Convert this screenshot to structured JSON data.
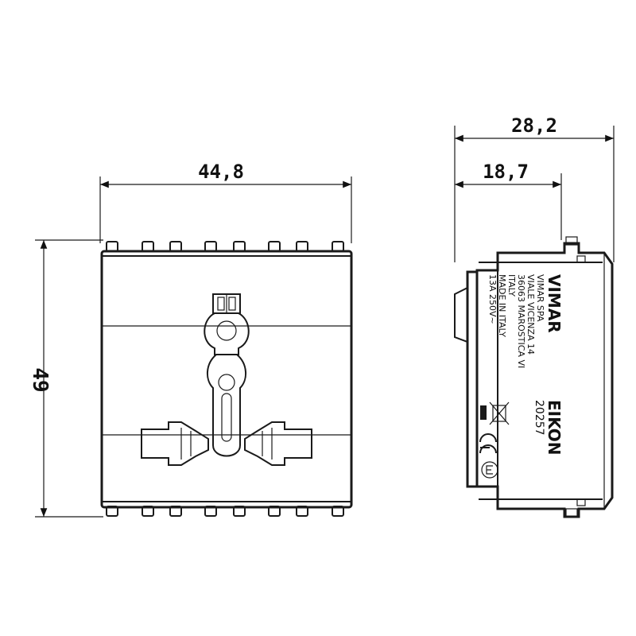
{
  "dimensions": {
    "front_width": "44,8",
    "front_height": "49",
    "side_depth_total": "28,2",
    "side_depth_front": "18,7"
  },
  "side_label": {
    "brand_top": "VIMAR",
    "company_lines": [
      "VIMAR SPA",
      "VIALE VICENZA 14",
      "36063 MAROSTICA VI",
      "ITALY"
    ],
    "made_in": "MADE IN ITALY",
    "rating": "13A 250V~",
    "series": "EIKON",
    "code": "20257"
  }
}
